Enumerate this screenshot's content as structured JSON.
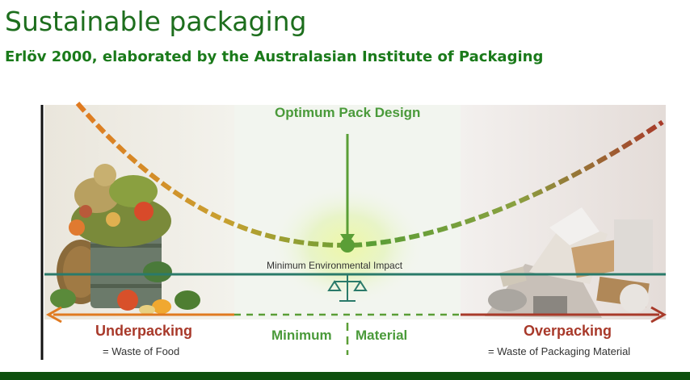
{
  "header": {
    "title": "Sustainable packaging",
    "subtitle": "Erlöv 2000, elaborated by the Australasian Institute of Packaging"
  },
  "diagram": {
    "optimum_label": "Optimum Pack Design",
    "min_impact_label": "Minimum Environmental Impact",
    "underpacking_label": "Underpacking",
    "underpacking_note": "= Waste of Food",
    "overpacking_label": "Overpacking",
    "overpacking_note": "= Waste of Packaging Material",
    "minimum_label": "Minimum",
    "material_label": "Material",
    "colors": {
      "curve_left": "#d8742a",
      "curve_mid": "#5a9e36",
      "curve_right": "#a83a2a",
      "impact_line": "#2a7a6a",
      "accent_green": "#4a9a3a",
      "red": "#a8392a"
    },
    "icons": [
      "food-waste-image",
      "packaging-waste-image",
      "balance-scale-icon"
    ]
  }
}
